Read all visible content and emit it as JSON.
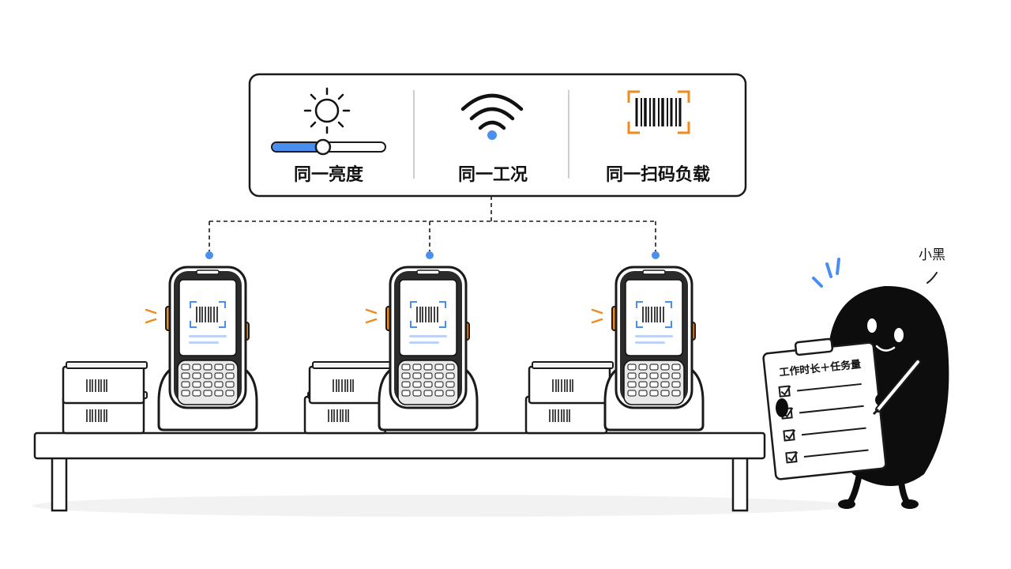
{
  "conditions": [
    {
      "label": "同一亮度",
      "icon": "sun-brightness-icon"
    },
    {
      "label": "同一工况",
      "icon": "wifi-icon"
    },
    {
      "label": "同一扫码负载",
      "icon": "barcode-scan-icon"
    }
  ],
  "brightness_level": 0.45,
  "devices_count": 3,
  "character": {
    "name": "小黑"
  },
  "clipboard": {
    "title": "工作时长＋任务量"
  },
  "colors": {
    "accent_blue": "#4a8ff0",
    "accent_orange": "#f08a1c",
    "outline": "#1a1a1a",
    "character": "#0d0d0d"
  }
}
